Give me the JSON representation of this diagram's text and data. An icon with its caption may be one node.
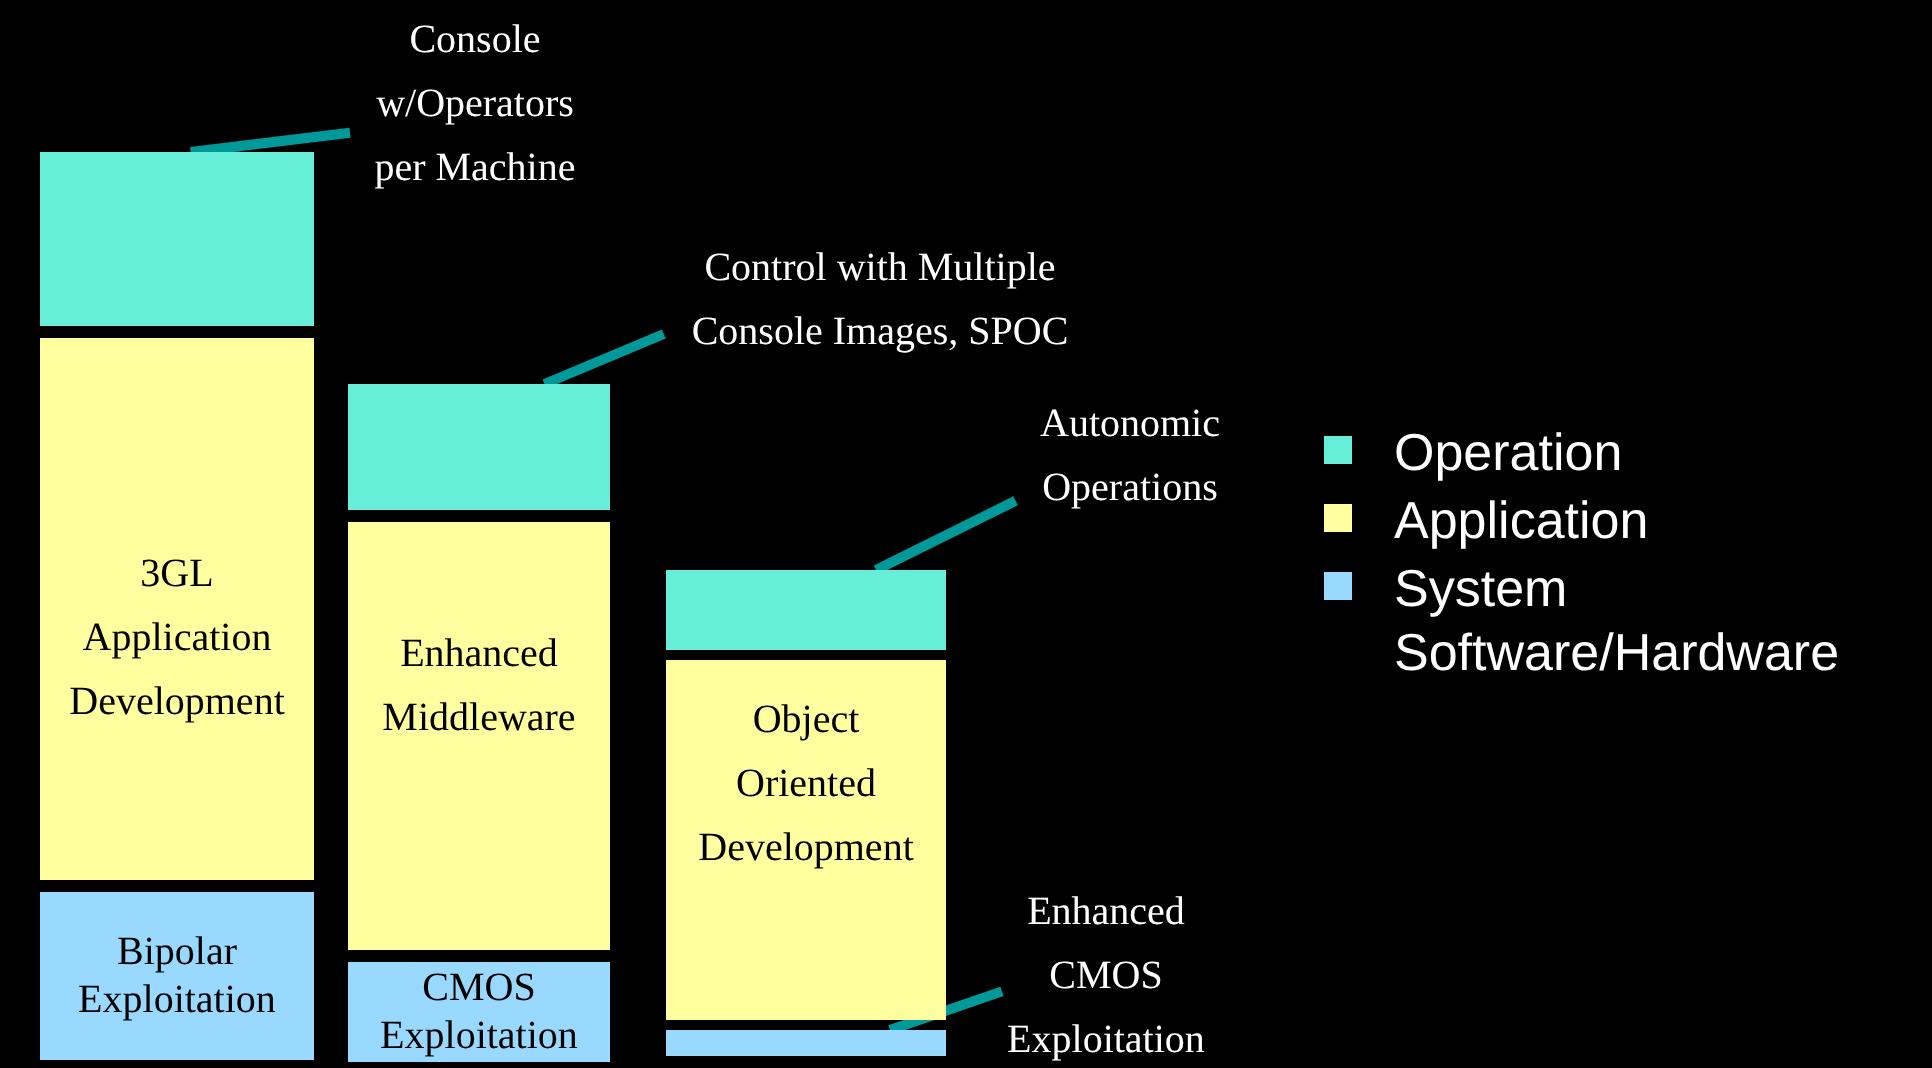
{
  "diagram": {
    "nodes": [
      {
        "text": [
          "Console w/Operators per Machine"
        ]
      },
      {
        "text": [],
        "shape": "box"
      },
      {
        "text": [
          "3GL Application Development"
        ]
      },
      {
        "text": [
          "Bipolar Exploitation"
        ]
      },
      {
        "text": [
          "Control with Multiple Console Images, SPOC"
        ]
      },
      {
        "text": [],
        "shape": "box"
      },
      {
        "text": [
          "Enhanced Middleware"
        ]
      },
      {
        "text": [
          "CMOS Exploitation"
        ]
      },
      {
        "text": [
          "Autonomic Operations"
        ]
      },
      {
        "text": [],
        "shape": "box"
      },
      {
        "text": [
          "Object Oriented Development"
        ]
      },
      {
        "text": [
          "Enhanced CMOS Exploitation"
        ]
      },
      {
        "text": [],
        "shape": "box"
      }
    ],
    "edges": [
      {
        "from": 0,
        "to": 1,
        "arrow": "none"
      },
      {
        "from": 4,
        "to": 5,
        "arrow": "none"
      },
      {
        "from": 8,
        "to": 9,
        "arrow": "none"
      },
      {
        "from": 11,
        "to": 12,
        "arrow": "none"
      }
    ],
    "legend": [
      {
        "text": "Operation",
        "color": "#66eed8"
      },
      {
        "text": "Application",
        "color": "#ffffa0"
      },
      {
        "text": "System Software/Hardware",
        "color": "#99d8ff"
      }
    ]
  }
}
